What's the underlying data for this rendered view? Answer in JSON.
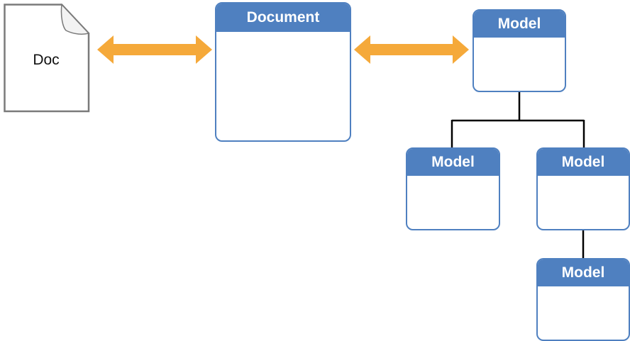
{
  "file": {
    "label": "Doc"
  },
  "document_box": {
    "title": "Document"
  },
  "models": {
    "root": {
      "title": "Model"
    },
    "left_child": {
      "title": "Model"
    },
    "right_child": {
      "title": "Model"
    },
    "grandchild": {
      "title": "Model"
    }
  },
  "colors": {
    "header_blue": "#4f80c0",
    "arrow_orange": "#f5a93a",
    "connector": "#000000",
    "file_outline": "#7a7a7a"
  },
  "icons": {
    "file": "document-file-icon",
    "arrows": "double-headed-arrow-icon"
  }
}
